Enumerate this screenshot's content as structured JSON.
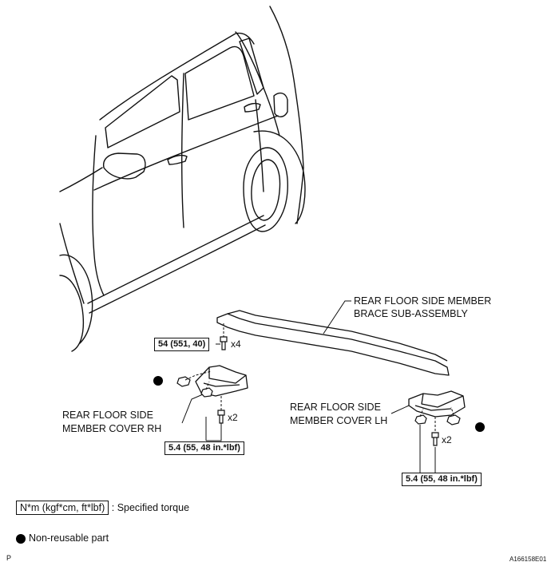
{
  "labels": {
    "brace_line1": "REAR FLOOR SIDE MEMBER",
    "brace_line2": "BRACE SUB-ASSEMBLY",
    "rh_line1": "REAR FLOOR SIDE",
    "rh_line2": "MEMBER COVER RH",
    "lh_line1": "REAR FLOOR SIDE",
    "lh_line2": "MEMBER COVER LH"
  },
  "torque": {
    "brace": "54 (551, 40)",
    "rh": "5.4 (55, 48 in.*lbf)",
    "lh": "5.4 (55, 48 in.*lbf)"
  },
  "quantities": {
    "brace": "x4",
    "rh": "x2",
    "lh": "x2"
  },
  "legend": {
    "torque_unit": "N*m (kgf*cm, ft*lbf)",
    "torque_desc": ": Specified torque",
    "nonreusable_desc": "Non-reusable part"
  },
  "footer": {
    "left_mark": "P",
    "figure_id": "A166158E01"
  }
}
